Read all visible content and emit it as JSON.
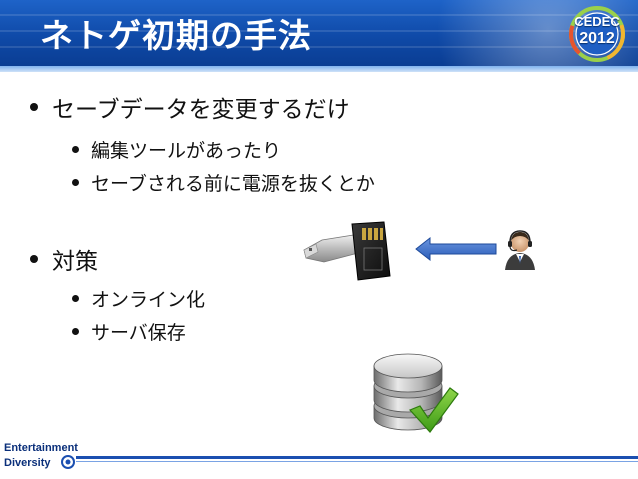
{
  "slide": {
    "title": "ネトゲ初期の手法",
    "logo_top": "CEDEC",
    "logo_year": "2012",
    "footer_logo_line1": "Entertainment",
    "footer_logo_line2": "Diversity"
  },
  "bullets": [
    {
      "level": 1,
      "text": "セーブデータを変更するだけ"
    },
    {
      "level": 2,
      "text": "編集ツールがあったり"
    },
    {
      "level": 2,
      "text": "セーブされる前に電源を抜くとか"
    },
    {
      "level": 1,
      "text": "対策"
    },
    {
      "level": 2,
      "text": "オンライン化"
    },
    {
      "level": 2,
      "text": "サーバ保存"
    }
  ],
  "icons": {
    "storage": "usb-and-memory-card-icon",
    "arrow": "arrow-left-icon",
    "user": "user-with-headset-icon",
    "database": "database-check-icon"
  },
  "colors": {
    "title_bar": "#1257be",
    "title_text": "#ffffff",
    "arrow": "#3a6fc9",
    "check": "#4caa1f",
    "footer_line": "#1b4fb0"
  }
}
